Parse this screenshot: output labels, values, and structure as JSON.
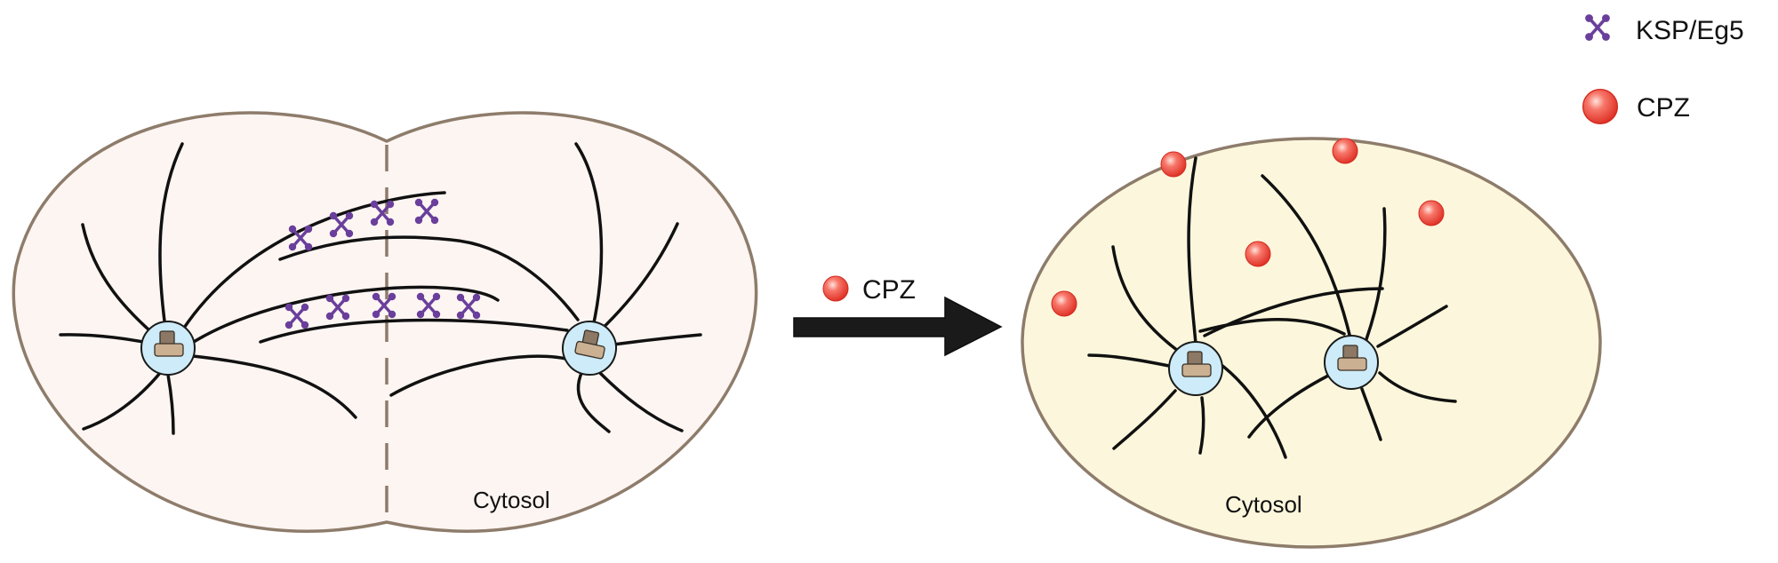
{
  "legend": {
    "items": [
      {
        "label": "KSP/Eg5",
        "icon": "ksp-eg5-motor-icon"
      },
      {
        "label": "CPZ",
        "icon": "cpz-sphere-icon"
      }
    ]
  },
  "left_cell": {
    "label": "Cytosol"
  },
  "arrow": {
    "label": "CPZ"
  },
  "right_cell": {
    "label": "Cytosol"
  },
  "colors": {
    "membrane": "#8e7c6b",
    "left_cytosol": "#fdf5f2",
    "right_cytosol": "#fcf7dc",
    "centrosome": "#cdebf8",
    "centriole": "#cbb092",
    "motor": "#6a3f9b",
    "cpz": "#e8362b",
    "arrow": "#1a1a1a"
  }
}
